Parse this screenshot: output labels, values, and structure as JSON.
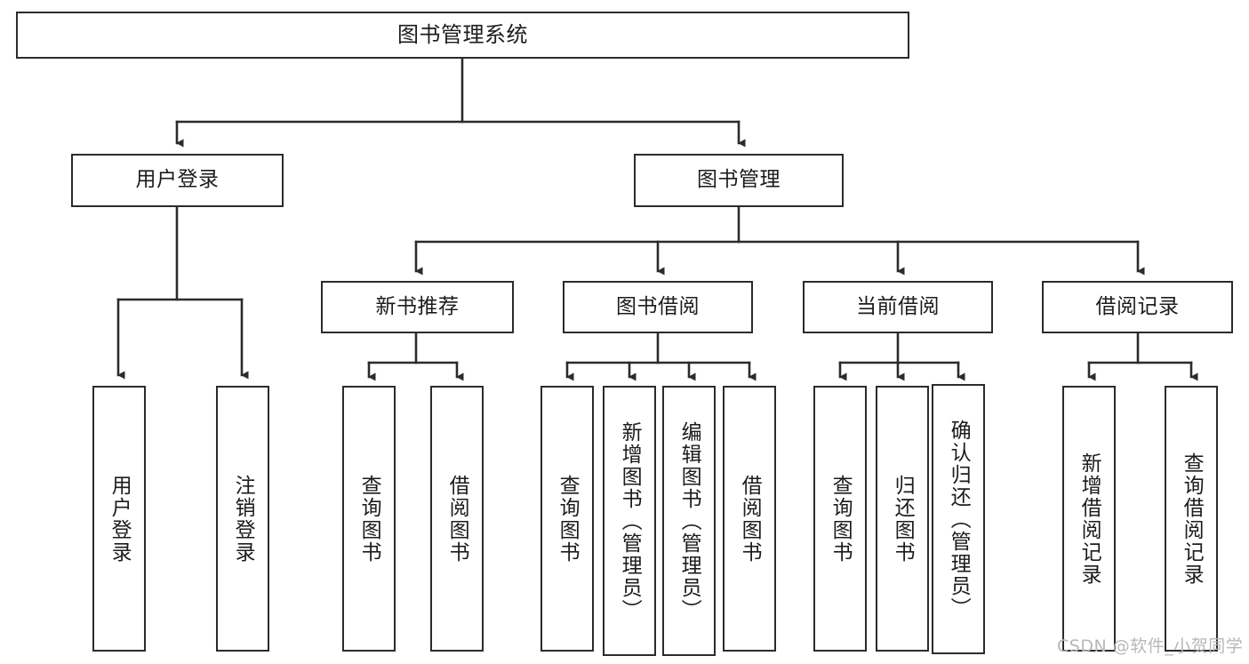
{
  "diagram": {
    "title": "图书管理系统",
    "watermark": "CSDN @软件_小贺同学",
    "colors": {
      "stroke": "#2b2b2b",
      "fill": "#ffffff",
      "text": "#1c1c1c",
      "watermark": "#b8b8b8"
    },
    "nodes": {
      "root": {
        "label": "图书管理系统"
      },
      "level1": [
        {
          "id": "user-login",
          "label": "用户登录"
        },
        {
          "id": "book-manage",
          "label": "图书管理"
        }
      ],
      "level2": [
        {
          "id": "new-book-recommend",
          "label": "新书推荐"
        },
        {
          "id": "book-borrow",
          "label": "图书借阅"
        },
        {
          "id": "current-borrow",
          "label": "当前借阅"
        },
        {
          "id": "borrow-record",
          "label": "借阅记录"
        }
      ],
      "leaves": [
        {
          "id": "leaf-user-login",
          "label": "用户登录"
        },
        {
          "id": "leaf-user-logout",
          "label": "注销登录"
        },
        {
          "id": "leaf-query-book-1",
          "label": "查询图书"
        },
        {
          "id": "leaf-borrow-book-1",
          "label": "借阅图书"
        },
        {
          "id": "leaf-query-book-2",
          "label": "查询图书"
        },
        {
          "id": "leaf-add-book",
          "label": "新增图书（管理员）"
        },
        {
          "id": "leaf-edit-book",
          "label": "编辑图书（管理员）"
        },
        {
          "id": "leaf-borrow-book-2",
          "label": "借阅图书"
        },
        {
          "id": "leaf-query-book-3",
          "label": "查询图书"
        },
        {
          "id": "leaf-return-book",
          "label": "归还图书"
        },
        {
          "id": "leaf-confirm-return",
          "label": "确认归还（管理员）"
        },
        {
          "id": "leaf-add-record",
          "label": "新增借阅记录"
        },
        {
          "id": "leaf-query-record",
          "label": "查询借阅记录"
        }
      ]
    }
  }
}
